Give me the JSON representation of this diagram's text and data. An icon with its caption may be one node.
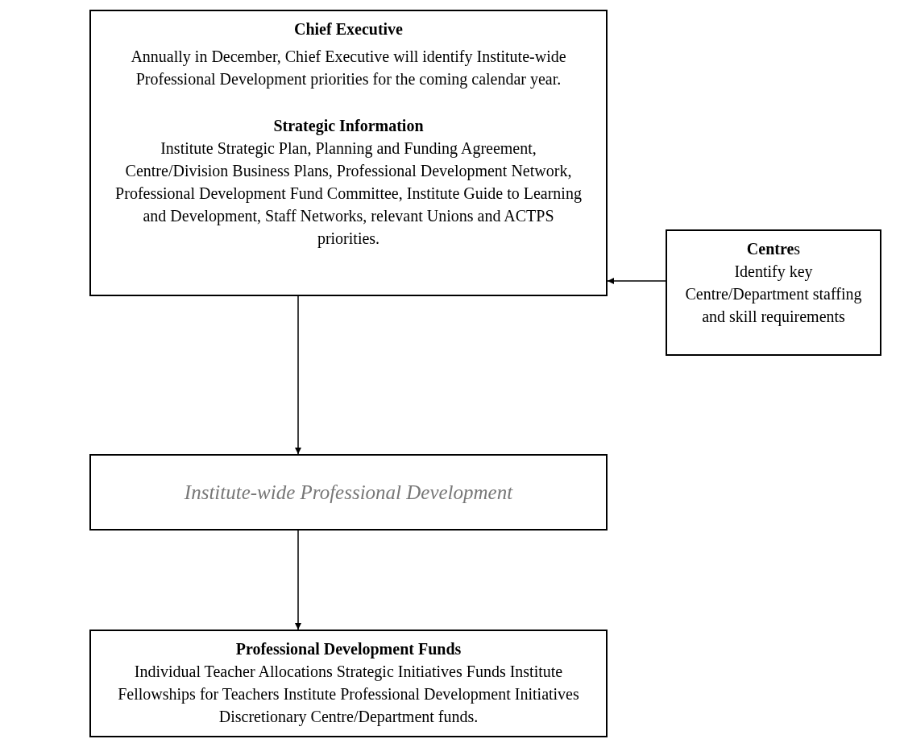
{
  "diagram": {
    "nodes": [
      {
        "text": [
          "Chief Executive",
          "Annually in December, Chief Executive will identify Institute-wide Professional Development priorities for the coming calendar year.",
          "Strategic Information",
          "Institute Strategic Plan, Planning and Funding Agreement, Centre/Division Business Plans, Professional Development Network, Professional Development Fund Committee, Institute Guide to Learning and Development, Staff Networks, relevant Unions and ACTPS priorities."
        ]
      },
      {
        "text": [
          "**Centre**s",
          "Identify key Centre/Department staffing and skill requirements"
        ]
      },
      {
        "text": [
          "Institute-wide Professional Development"
        ]
      },
      {
        "text": [
          "Professional Development Funds",
          "Individual Teacher Allocations Strategic Initiatives Funds Institute Fellowships for Teachers Institute Professional Development Initiatives Discretionary Centre/Department funds."
        ]
      }
    ],
    "edges": [
      {
        "from": 1,
        "to": 0,
        "arrow": "to"
      },
      {
        "from": 0,
        "to": 2,
        "arrow": "to"
      },
      {
        "from": 2,
        "to": 3,
        "arrow": "to"
      }
    ]
  }
}
